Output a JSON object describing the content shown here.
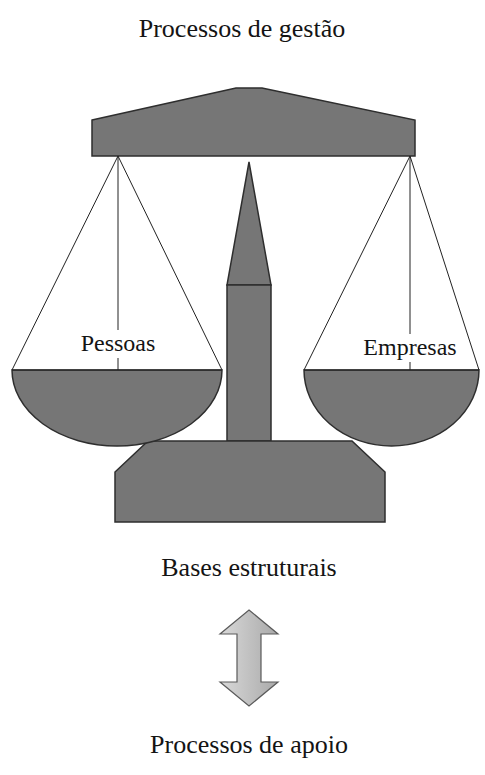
{
  "diagram": {
    "title": "Processos de gestão",
    "nodes": [
      {
        "text": [
          "Pessoas"
        ]
      },
      {
        "text": [
          "Empresas"
        ]
      }
    ],
    "labels": [
      "Bases estruturais",
      "Processos de apoio"
    ]
  }
}
